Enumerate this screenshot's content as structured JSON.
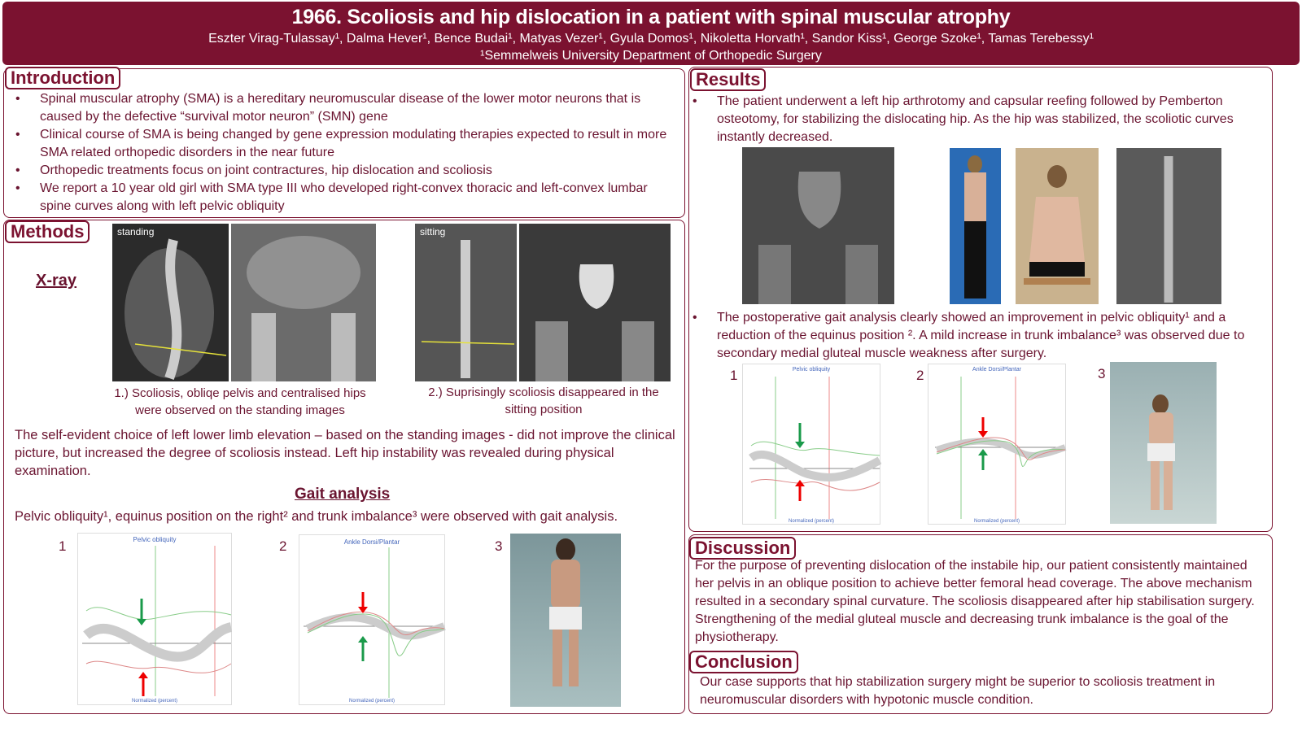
{
  "header": {
    "title": "1966. Scoliosis and hip dislocation in a patient with spinal muscular atrophy",
    "authors": "Eszter Virag-Tulassay¹, Dalma Hever¹, Bence Budai¹, Matyas Vezer¹, Gyula Domos¹, Nikoletta Horvath¹, Sandor Kiss¹, George Szoke¹, Tamas Terebessy¹",
    "affiliation": "¹Semmelweis University Department of Orthopedic Surgery"
  },
  "introduction": {
    "title": "Introduction",
    "bullets": [
      "Spinal muscular atrophy (SMA) is a hereditary neuromuscular disease of the lower motor neurons that is caused by the defective “survival motor neuron” (SMN) gene",
      "Clinical course of SMA is being changed by gene expression modulating therapies expected to result in more SMA related orthopedic disorders in the near future",
      "Orthopedic treatments focus on joint contractures, hip dislocation and scoliosis",
      "We report a 10 year old girl with SMA type III who developed right-convex thoracic and left-convex lumbar spine curves along with left pelvic obliquity"
    ]
  },
  "methods": {
    "title": "Methods",
    "xray_label": "X-ray",
    "standing_label": "standing",
    "sitting_label": "sitting",
    "caption1": "1.) Scoliosis, obliqe pelvis and centralised hips were observed on the standing images",
    "caption2": "2.) Suprisingly scoliosis disappeared in the sitting position",
    "paragraph": "The self-evident choice of left lower limb elevation – based on the standing images -  did not improve the clinical picture, but increased the degree of scoliosis instead. Left hip instability was revealed during physical examination.",
    "gait_title": "Gait analysis",
    "gait_text": "Pelvic obliquity¹, equinus position on the right² and trunk imbalance³ were observed with gait analysis.",
    "fig_numbers": [
      "1",
      "2",
      "3"
    ],
    "chart1_title": "Pelvic obliquity",
    "chart2_title": "Ankle Dorsi/Plantar",
    "chart_xlabel": "Normalized (percent)"
  },
  "results": {
    "title": "Results",
    "bullet1": "The patient underwent a left hip arthrotomy and capsular reefing followed by Pemberton osteotomy, for stabilizing the dislocating hip. As the hip was stabilized, the scoliotic curves instantly decreased.",
    "bullet2": "The postoperative gait analysis clearly showed an improvement in pelvic obliquity¹ and a reduction of the equinus position ². A mild increase in trunk imbalance³ was observed due to secondary medial gluteal muscle weakness after surgery.",
    "fig_numbers": [
      "1",
      "2",
      "3"
    ]
  },
  "discussion": {
    "title": "Discussion",
    "text": "For the purpose of preventing dislocation of the instabile hip, our patient consistently maintained her pelvis in an oblique position to achieve better femoral head coverage. The above mechanism resulted in a secondary spinal curvature. The scoliosis disappeared after hip stabilisation surgery. Strengthening of the medial gluteal muscle and decreasing trunk imbalance is the goal of the physiotherapy."
  },
  "conclusion": {
    "title": "Conclusion",
    "text": "Our case supports that hip stabilization surgery might be superior to scoliosis treatment in neuromuscular disorders with hypotonic muscle condition."
  },
  "colors": {
    "brand": "#7b1230"
  }
}
